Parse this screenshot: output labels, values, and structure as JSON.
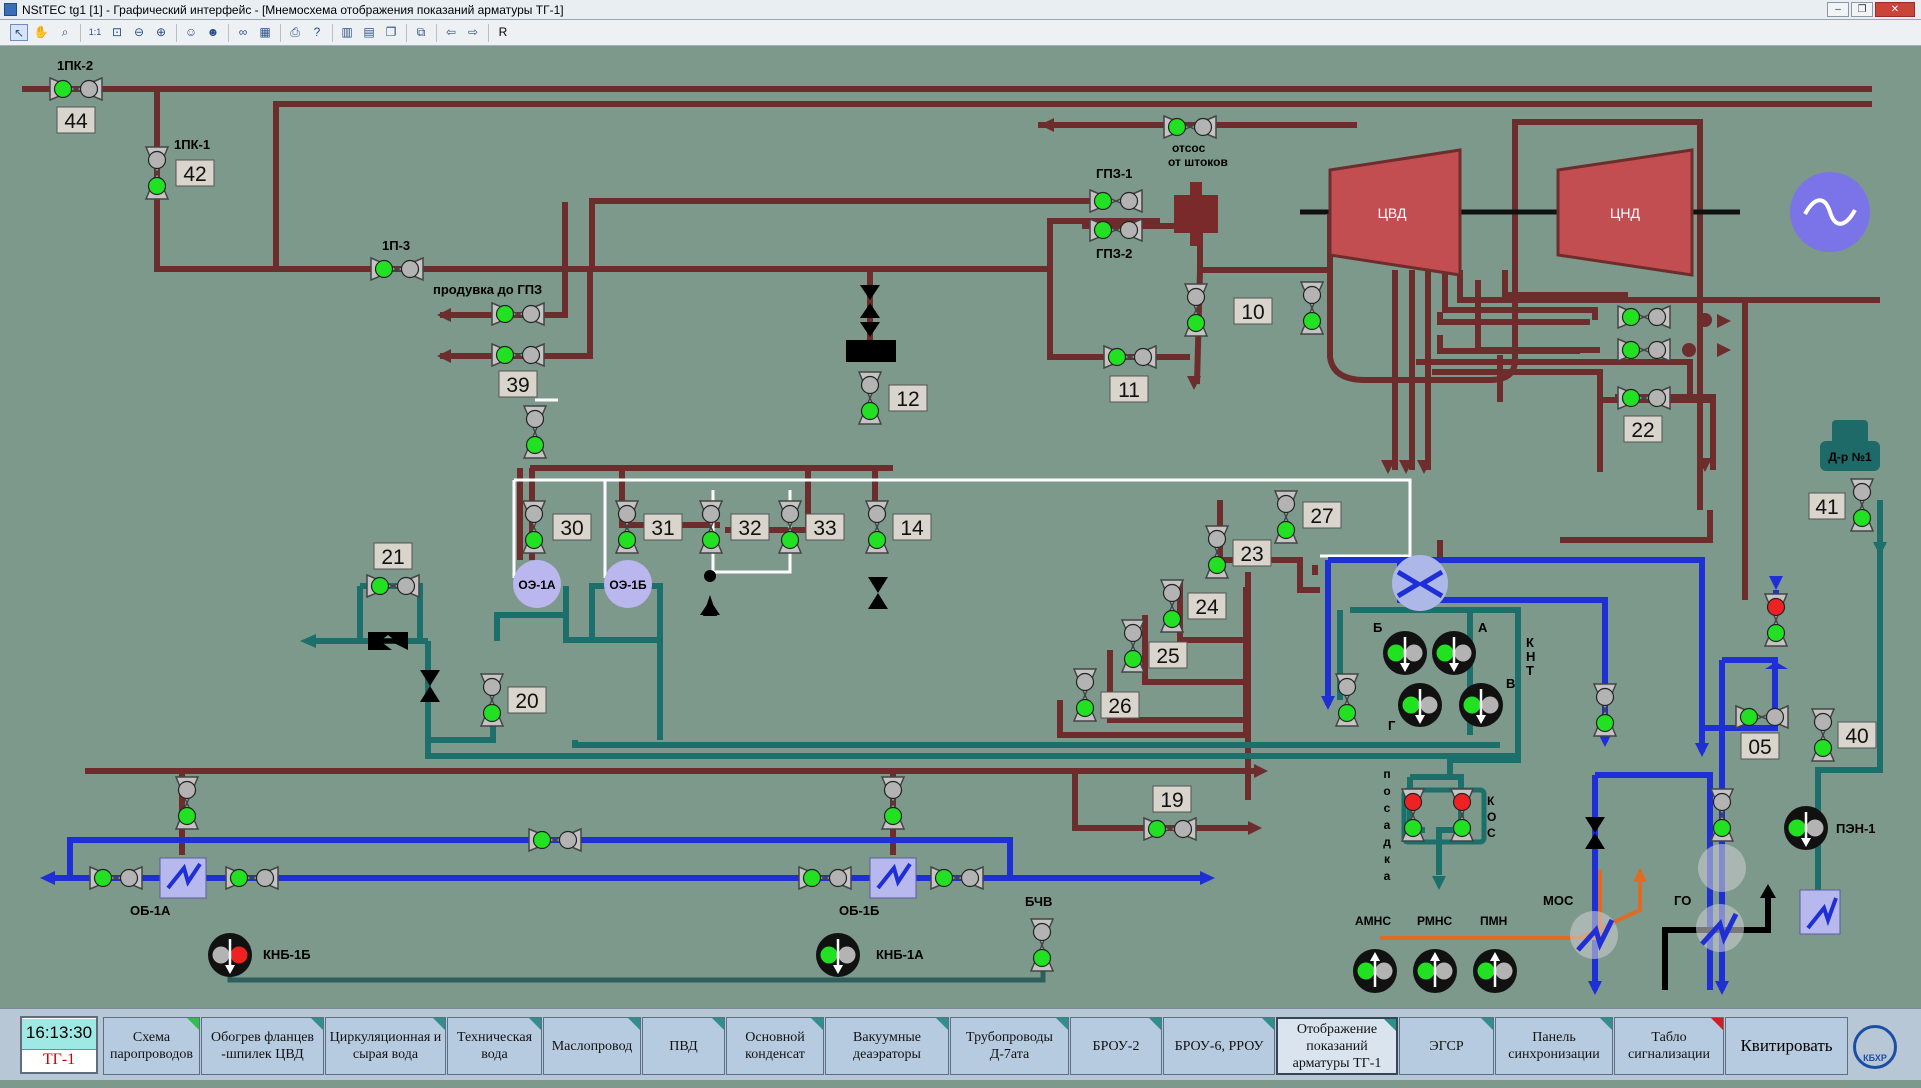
{
  "window": {
    "title": "NStTEC tg1 [1] - Графический интерфейс - [Мнемосхема отображения показаний арматуры ТГ-1]",
    "controls": [
      "–",
      "❐",
      "✕"
    ]
  },
  "toolbar": {
    "items": [
      "pointer",
      "hand",
      "magnifier",
      "zoom-1-1",
      "zoom-fit",
      "zoom-out",
      "zoom-in",
      "zoom-window",
      "users",
      "user",
      "binoculars",
      "calculator",
      "printer",
      "help",
      "layout-1",
      "layout-2",
      "layout-3",
      "windows",
      "back",
      "forward"
    ],
    "r_label": "R"
  },
  "labels": {
    "p1pk2": "1ПК-2",
    "p1pk1": "1ПК-1",
    "p1p3": "1П-3",
    "produvka": "продувка до ГПЗ",
    "otsos1": "отсос",
    "otsos2": "от штоков",
    "gpz1": "ГПЗ-1",
    "gpz2": "ГПЗ-2",
    "cvd": "ЦВД",
    "cnd": "ЦНД",
    "dr1": "Д-р №1",
    "oe1a": "ОЭ-1А",
    "oe1b": "ОЭ-1Б",
    "knt_a": "А",
    "knt_b": "Б",
    "knt_v": "В",
    "knt_g": "Г",
    "knt_k": "К",
    "knt_n": "Н",
    "knt_t": "Т",
    "posadka": [
      "п",
      "о",
      "с",
      "а",
      "д",
      "к",
      "а"
    ],
    "kos": [
      "К",
      "О",
      "С"
    ],
    "amns": "АМНС",
    "rmns": "РМНС",
    "pmn": "ПМН",
    "mos": "МОС",
    "go": "ГО",
    "pen1": "ПЭН-1",
    "ob1a": "ОБ-1А",
    "ob1b": "ОБ-1Б",
    "bchv": "БЧВ",
    "knb1b": "КНБ-1Б",
    "knb1a": "КНБ-1А"
  },
  "numbers": {
    "n44": "44",
    "n42": "42",
    "n39": "39",
    "n12": "12",
    "n10": "10",
    "n11": "11",
    "n22": "22",
    "n41": "41",
    "n30": "30",
    "n31": "31",
    "n32": "32",
    "n33": "33",
    "n14": "14",
    "n27": "27",
    "n23": "23",
    "n24": "24",
    "n25": "25",
    "n26": "26",
    "n21": "21",
    "n20": "20",
    "n19": "19",
    "n05": "05",
    "n40": "40"
  },
  "status": {
    "time": "16:13:30",
    "unit": "ТГ-1"
  },
  "nav": [
    {
      "label": "Схема паропроводов",
      "marker": "green",
      "active": false
    },
    {
      "label": "Обогрев фланцев -шпилек ЦВД",
      "marker": "teal",
      "active": false
    },
    {
      "label": "Циркуляционная и сырая вода",
      "marker": "teal",
      "active": false
    },
    {
      "label": "Техническая вода",
      "marker": "teal",
      "active": false
    },
    {
      "label": "Маслопровод",
      "marker": "teal",
      "active": false
    },
    {
      "label": "ПВД",
      "marker": "teal",
      "active": false
    },
    {
      "label": "Основной конденсат",
      "marker": "teal",
      "active": false
    },
    {
      "label": "Вакуумные деаэраторы",
      "marker": "teal",
      "active": false
    },
    {
      "label": "Трубопроводы Д-7ата",
      "marker": "teal",
      "active": false
    },
    {
      "label": "БРОУ-2",
      "marker": "teal",
      "active": false
    },
    {
      "label": "БРОУ-6, РРОУ",
      "marker": "teal",
      "active": false
    },
    {
      "label": "Отображение показаний арматуры ТГ-1",
      "marker": "teal",
      "active": true
    },
    {
      "label": "ЭГСР",
      "marker": "teal",
      "active": false
    },
    {
      "label": "Панель синхронизации",
      "marker": "teal",
      "active": false
    },
    {
      "label": "Табло сигнализации",
      "marker": "red",
      "active": false
    }
  ],
  "acknowledge_label": "Квитировать",
  "logo_text": "КБХР"
}
